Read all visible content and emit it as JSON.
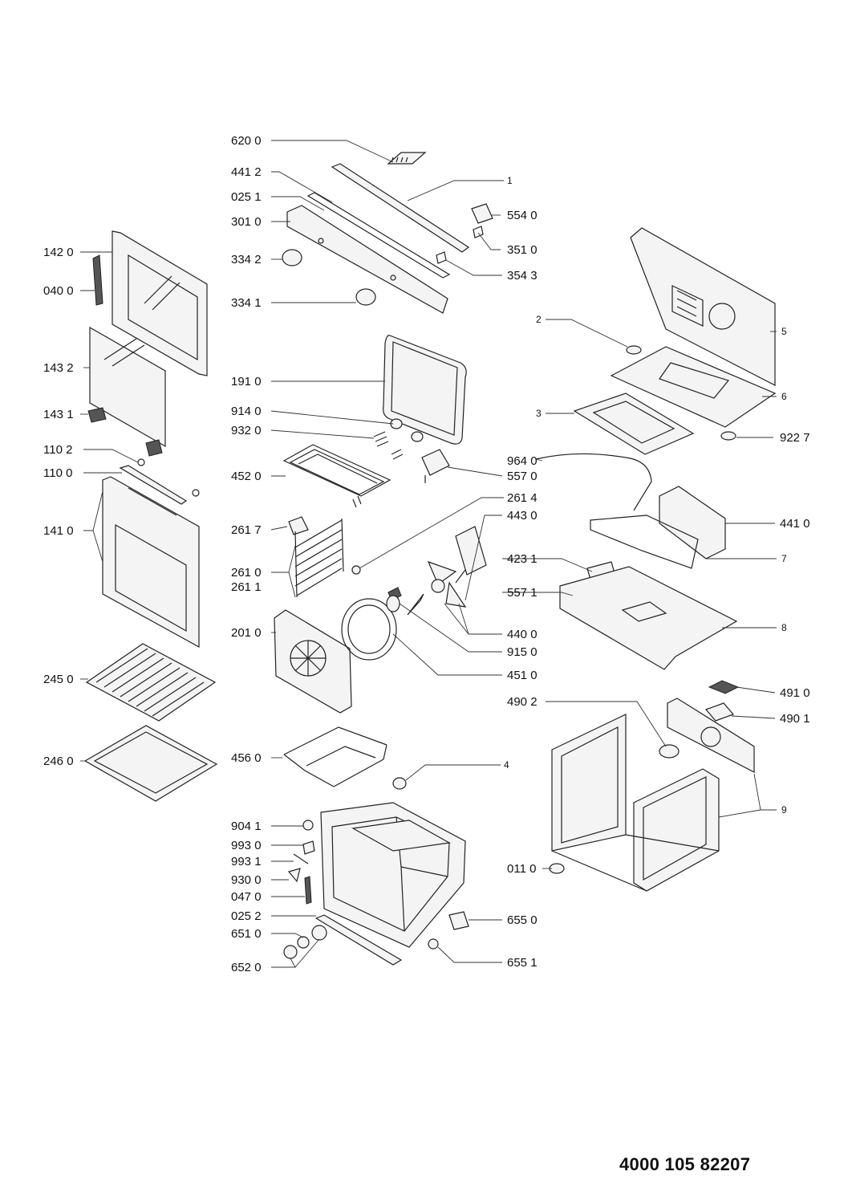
{
  "document_number": "4000 105 82207",
  "labels": {
    "l6200": "620 0",
    "l4412": "441 2",
    "l0251": "025 1",
    "l3010": "301 0",
    "l1": "1",
    "l5540": "554 0",
    "l3510": "351 0",
    "l3543": "354 3",
    "l3342": "334 2",
    "l3341": "334 1",
    "l1420": "142 0",
    "l0400": "040 0",
    "l1432": "143 2",
    "l1431": "143 1",
    "l1102": "110 2",
    "l1100": "110 0",
    "l1410": "141 0",
    "l1910": "191 0",
    "l9140": "914 0",
    "l9320": "932 0",
    "l4520": "452 0",
    "l5570": "557 0",
    "l9640": "964 0",
    "l2614": "261 4",
    "l4430": "443 0",
    "l2617": "261 7",
    "l2610": "261 0",
    "l2611": "261 1",
    "l2010": "201 0",
    "l4231": "423 1",
    "l5571": "557 1",
    "l4400": "440 0",
    "l9150": "915 0",
    "l4510": "451 0",
    "l2450": "245 0",
    "l2460": "246 0",
    "l2": "2",
    "l3": "3",
    "l5": "5",
    "l6": "6",
    "l9227": "922 7",
    "l4410": "441 0",
    "l7": "7",
    "l8": "8",
    "l4910": "491 0",
    "l4902": "490 2",
    "l4901": "490 1",
    "l9": "9",
    "l4560": "456 0",
    "l4": "4",
    "l9041": "904 1",
    "l9930": "993 0",
    "l9931": "993 1",
    "l9300": "930 0",
    "l0470": "047 0",
    "l0252": "025 2",
    "l6510": "651 0",
    "l6520": "652 0",
    "l6550": "655 0",
    "l6551": "655 1",
    "l0110": "011 0"
  }
}
